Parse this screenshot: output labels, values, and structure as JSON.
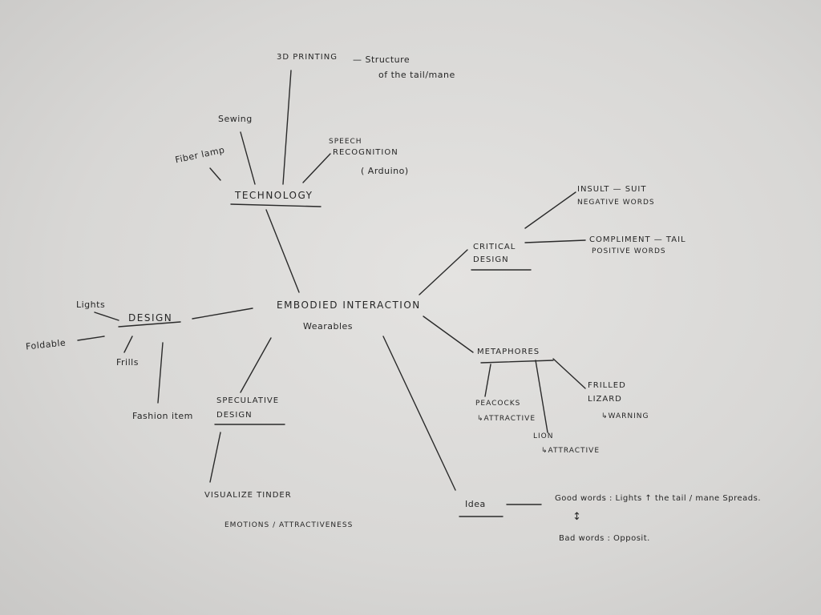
{
  "center": {
    "title": "EMBODIED INTERACTION",
    "subtitle": "Wearables"
  },
  "technology": {
    "label": "TECHNOLOGY",
    "items": {
      "printing": "3D PRINTING",
      "printing_note1": "— Structure",
      "printing_note2": "of the tail/mane",
      "sewing": "Sewing",
      "speech1": "SPEECH",
      "speech2": "RECOGNITION",
      "speech3": "( Arduino)",
      "fiber": "Fiber lamp"
    }
  },
  "critical": {
    "label1": "CRITICAL",
    "label2": "DESIGN",
    "insult1": "INSULT — SUIT",
    "insult2": "NEGATIVE WORDS",
    "compliment1": "COMPLIMENT — TAIL",
    "compliment2": "POSITIVE WORDS"
  },
  "design": {
    "label": "DESIGN",
    "lights": "Lights",
    "foldable": "Foldable",
    "frills": "Frills",
    "fashion": "Fashion item"
  },
  "metaphores": {
    "label": "METAPHORES",
    "peacocks": "PEACOCKS",
    "peacocks_note": "↳ATTRACTIVE",
    "lion": "LION",
    "lion_note": "↳ATTRACTIVE",
    "lizard1": "FRILLED",
    "lizard2": "LIZARD",
    "lizard_note": "↳WARNING"
  },
  "speculative": {
    "label1": "SPECULATIVE",
    "label2": "DESIGN",
    "tinder": "VISUALIZE TINDER",
    "emotions": "EMOTIONS / ATTRACTIVENESS"
  },
  "idea": {
    "label": "Idea",
    "good": "Good words :  Lights ↑ the tail / mane Spreads.",
    "arrow": "↕",
    "bad": "Bad words :  Opposit."
  }
}
